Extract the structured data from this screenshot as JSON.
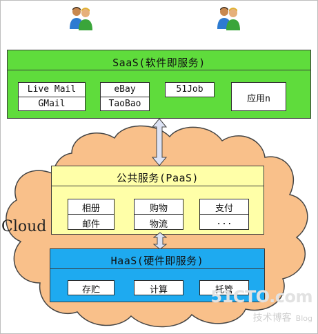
{
  "diagram": {
    "saas": {
      "title": "SaaS(软件即服务)",
      "color": "#5fdc3c",
      "items": [
        "Live Mail",
        "GMail",
        "eBay",
        "TaoBao",
        "51Job",
        "应用n"
      ]
    },
    "paas": {
      "title": "公共服务(PaaS)",
      "color": "#ffffa8",
      "items": [
        "相册",
        "邮件",
        "购物",
        "物流",
        "支付",
        "..."
      ]
    },
    "haas": {
      "title": "HaaS(硬件即服务)",
      "color": "#1eaaf0",
      "items": [
        "存贮",
        "计算",
        "托管"
      ]
    },
    "cloud": {
      "label": "Cloud",
      "fill": "#f9c08a",
      "stroke": "#444444"
    },
    "arrow_color": "#dde3f5",
    "users": [
      "users-icon",
      "users-icon"
    ]
  },
  "watermark": {
    "site": "51CTO.com",
    "blog_text": "技术博客",
    "blog_tag": "Blog"
  }
}
